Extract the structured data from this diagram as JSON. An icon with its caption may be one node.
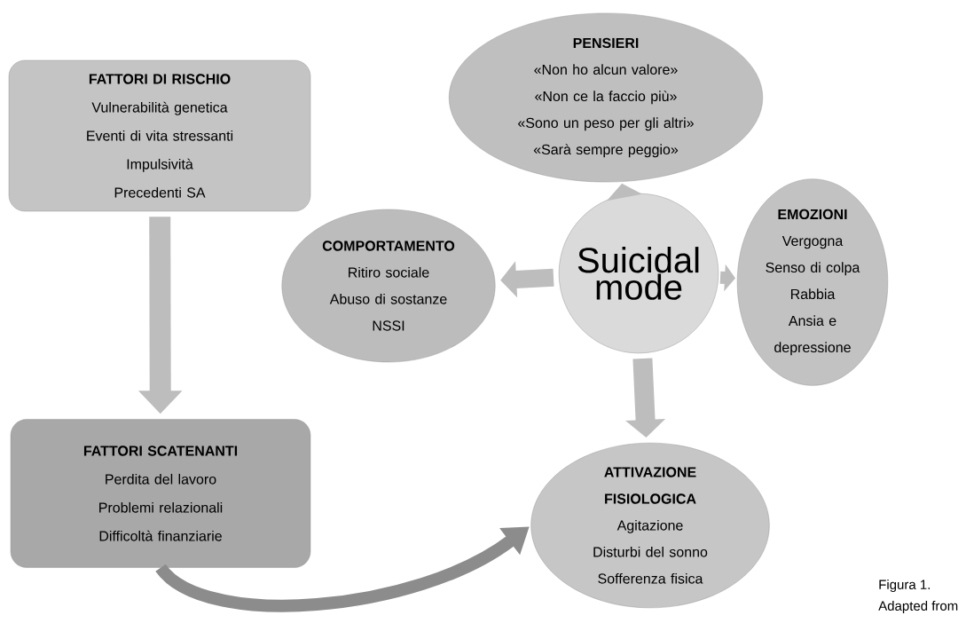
{
  "diagram": {
    "nodes": [
      {
        "text": [
          "FATTORI DI RISCHIO",
          "Vulnerabilità genetica",
          "Eventi di vita stressanti",
          "Impulsività",
          "Precedenti SA"
        ]
      },
      {
        "text": [
          "FATTORI SCATENANTI",
          "Perdita del lavoro",
          "Problemi relazionali",
          "Difficoltà finanziarie"
        ]
      },
      {
        "text": [
          "PENSIERI",
          "«Non ho alcun valore»",
          "«Non ce la faccio più»",
          "«Sono un peso per gli altri»",
          "«Sarà sempre peggio»"
        ]
      },
      {
        "text": [
          "COMPORTAMENTO",
          "Ritiro sociale",
          "Abuso di sostanze",
          "NSSI"
        ]
      },
      {
        "text": [
          "Suicidal mode"
        ]
      },
      {
        "text": [
          "EMOZIONI",
          "Vergogna",
          "Senso di colpa",
          "Rabbia",
          "Ansia e depressione"
        ]
      },
      {
        "text": [
          "ATTIVAZIONE FISIOLOGICA",
          "Agitazione",
          "Disturbi del sonno",
          "Sofferenza fisica"
        ]
      }
    ],
    "edges": [
      {
        "from": 0,
        "to": 1,
        "arrow": "to"
      },
      {
        "from": 1,
        "to": 6,
        "arrow": "to"
      },
      {
        "from": 4,
        "to": 2,
        "arrow": "to"
      },
      {
        "from": 4,
        "to": 3,
        "arrow": "to"
      },
      {
        "from": 4,
        "to": 5,
        "arrow": "to"
      },
      {
        "from": 4,
        "to": 6,
        "arrow": "to"
      }
    ],
    "labels": [
      "Figura 1.",
      "Adapted from"
    ]
  }
}
